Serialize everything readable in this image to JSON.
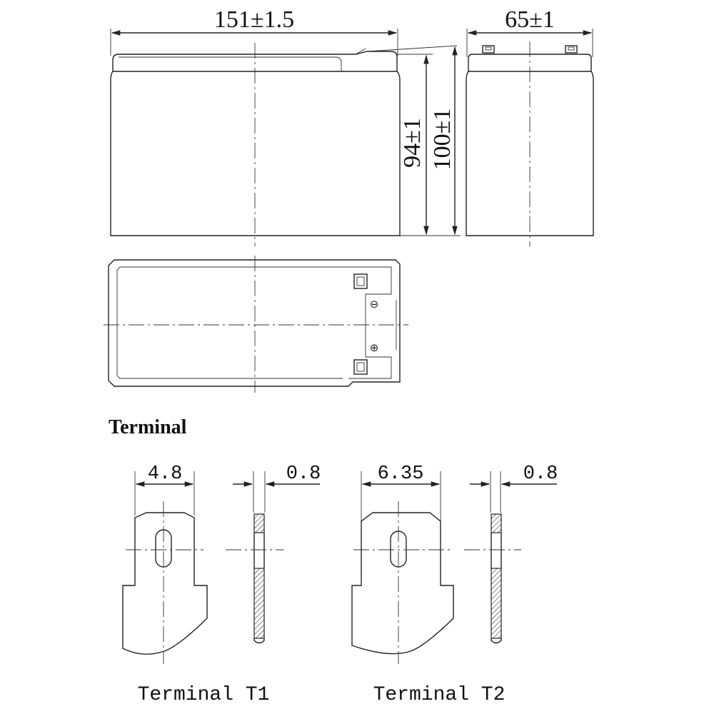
{
  "dimensions": {
    "length": "151±1.5",
    "width": "65±1",
    "height_case": "94±1",
    "height_total": "100±1"
  },
  "polarity": {
    "negative_symbol": "⊖",
    "positive_symbol": "⊕"
  },
  "terminal_section": {
    "heading": "Terminal",
    "t1": {
      "width": "4.8",
      "thickness": "0.8",
      "caption": "Terminal T1"
    },
    "t2": {
      "width": "6.35",
      "thickness": "0.8",
      "caption": "Terminal T2"
    }
  }
}
